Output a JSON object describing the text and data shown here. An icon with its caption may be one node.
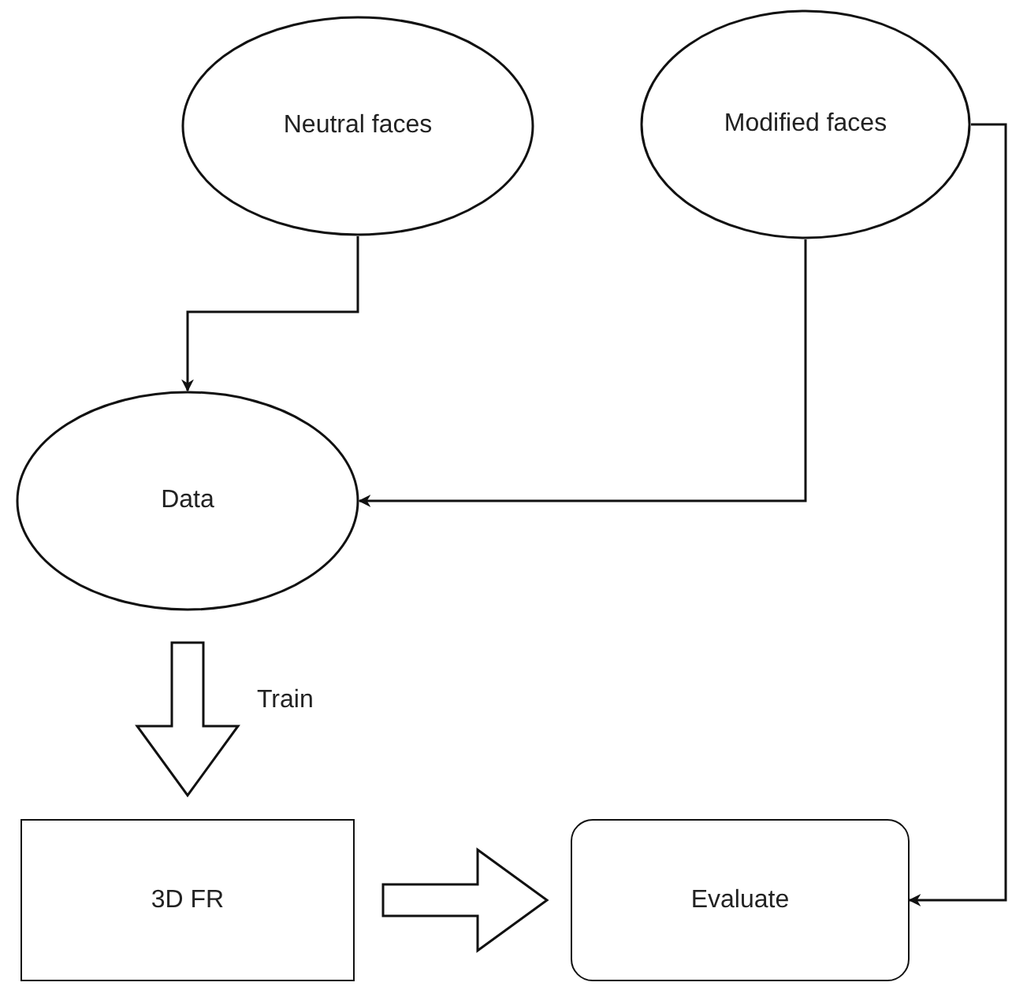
{
  "diagram": {
    "nodes": [
      {
        "text": [
          "Neutral faces"
        ]
      },
      {
        "text": [
          "Modified faces"
        ]
      },
      {
        "text": [
          "Data"
        ]
      },
      {
        "text": [
          "3D FR"
        ]
      },
      {
        "text": [
          "Evaluate"
        ]
      }
    ],
    "edges": [
      {
        "from": 0,
        "to": 2,
        "arrow": "to"
      },
      {
        "from": 1,
        "to": 2,
        "arrow": "to"
      },
      {
        "from": 1,
        "to": 4,
        "arrow": "to"
      },
      {
        "from": 2,
        "to": 3,
        "arrow": "to",
        "label": "Train",
        "style": "thick"
      },
      {
        "from": 3,
        "to": 4,
        "arrow": "to",
        "style": "thick"
      }
    ]
  }
}
